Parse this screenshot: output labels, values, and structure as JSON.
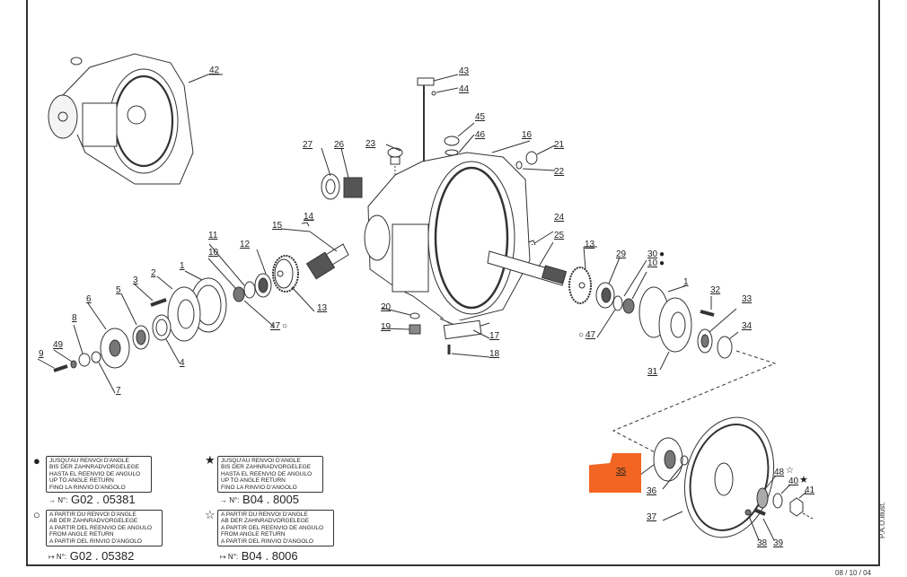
{
  "document": {
    "type": "exploded parts diagram",
    "highlight_color": "#F26522",
    "highlighted_part": "35",
    "credit": "P.A.O.illust.",
    "date": "08 / 10 / 04"
  },
  "callouts": [
    {
      "id": "42",
      "text": "42"
    },
    {
      "id": "43",
      "text": "43"
    },
    {
      "id": "44",
      "text": "44"
    },
    {
      "id": "45",
      "text": "45"
    },
    {
      "id": "46",
      "text": "46"
    },
    {
      "id": "16",
      "text": "16"
    },
    {
      "id": "21",
      "text": "21"
    },
    {
      "id": "22",
      "text": "22"
    },
    {
      "id": "27",
      "text": "27"
    },
    {
      "id": "26",
      "text": "26"
    },
    {
      "id": "23",
      "text": "23"
    },
    {
      "id": "14",
      "text": "14"
    },
    {
      "id": "15",
      "text": "15"
    },
    {
      "id": "24",
      "text": "24"
    },
    {
      "id": "25",
      "text": "25"
    },
    {
      "id": "11",
      "text": "11"
    },
    {
      "id": "10",
      "text": "10"
    },
    {
      "id": "12",
      "text": "12"
    },
    {
      "id": "13a",
      "text": "13"
    },
    {
      "id": "13b",
      "text": "13"
    },
    {
      "id": "1a",
      "text": "1"
    },
    {
      "id": "2",
      "text": "2"
    },
    {
      "id": "3",
      "text": "3"
    },
    {
      "id": "5",
      "text": "5"
    },
    {
      "id": "6",
      "text": "6"
    },
    {
      "id": "8",
      "text": "8"
    },
    {
      "id": "49",
      "text": "49"
    },
    {
      "id": "9",
      "text": "9"
    },
    {
      "id": "4",
      "text": "4"
    },
    {
      "id": "7",
      "text": "7"
    },
    {
      "id": "47a",
      "text": "47"
    },
    {
      "id": "20",
      "text": "20"
    },
    {
      "id": "19",
      "text": "19"
    },
    {
      "id": "17",
      "text": "17"
    },
    {
      "id": "18",
      "text": "18"
    },
    {
      "id": "29",
      "text": "29"
    },
    {
      "id": "30",
      "text": "30"
    },
    {
      "id": "10b",
      "text": "10"
    },
    {
      "id": "1b",
      "text": "1"
    },
    {
      "id": "32",
      "text": "32"
    },
    {
      "id": "33",
      "text": "33"
    },
    {
      "id": "34",
      "text": "34"
    },
    {
      "id": "47b",
      "text": "47"
    },
    {
      "id": "31",
      "text": "31"
    },
    {
      "id": "35",
      "text": "35"
    },
    {
      "id": "36",
      "text": "36"
    },
    {
      "id": "37",
      "text": "37"
    },
    {
      "id": "48",
      "text": "48"
    },
    {
      "id": "40",
      "text": "40"
    },
    {
      "id": "41",
      "text": "41"
    },
    {
      "id": "38",
      "text": "38"
    },
    {
      "id": "39",
      "text": "39"
    }
  ],
  "symbols": {
    "filled_circle": "●",
    "open_circle": "○",
    "filled_star": "★",
    "open_star": "☆"
  },
  "legend": [
    {
      "symbol": "●",
      "lines": [
        "JUSQU'AU RENVOI D'ANGLE",
        "BIS DER ZAHNRADVORGELEGE",
        "HASTA EL REENVIO DE ANGULO",
        "UP TO ANGLE  RETURN",
        "FINO LA RINVIO D'ANGOLO"
      ],
      "ref_prefix": "→ N°:",
      "ref": "G02 . 05381"
    },
    {
      "symbol": "○",
      "lines": [
        "A PARTIR DU RENVOI D'ANGLE",
        "AB DER ZAHNRADVORGELEGE",
        "A PARTIR DEL REENVIO DE ANGULO",
        "FROM ANGLE  RETURN",
        "A PARTIR DEL RINVIO D'ANGOLO"
      ],
      "ref_prefix": "↦ N°:",
      "ref": "G02 . 05382"
    },
    {
      "symbol": "★",
      "lines": [
        "JUSQU'AU RENVOI D'ANGLE",
        "BIS DER ZAHNRADVORGELEGE",
        "HASTA EL REENVIO DE ANGULO",
        "UP TO ANGLE  RETURN",
        "FINO LA RINVIO D'ANGOLO"
      ],
      "ref_prefix": "→ N°:",
      "ref": "B04 . 8005"
    },
    {
      "symbol": "☆",
      "lines": [
        "A PARTIR DU RENVOI D'ANGLE",
        "AB DER ZAHNRADVORGELEGE",
        "A PARTIR DEL REENVIO DE ANGULO",
        "FROM ANGLE  RETURN",
        "A PARTIR DEL RINVIO D'ANGOLO"
      ],
      "ref_prefix": "↦ N°:",
      "ref": "B04 . 8006"
    }
  ]
}
